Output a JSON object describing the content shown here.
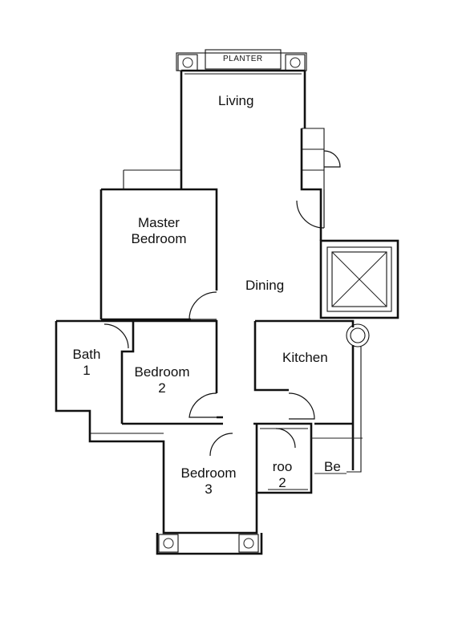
{
  "plan": {
    "planter": "PLANTER",
    "rooms": {
      "living": "Living",
      "master_line1": "Master",
      "master_line2": "Bedroom",
      "dining": "Dining",
      "kitchen": "Kitchen",
      "bath1_line1": "Bath",
      "bath1_line2": "1",
      "bed2_line1": "Bedroom",
      "bed2_line2": "2",
      "bed3_line1": "Bedroom",
      "bed3_line2": "3",
      "bath2_line1": "roo",
      "bath2_line2": "2",
      "bay": "Be"
    }
  }
}
